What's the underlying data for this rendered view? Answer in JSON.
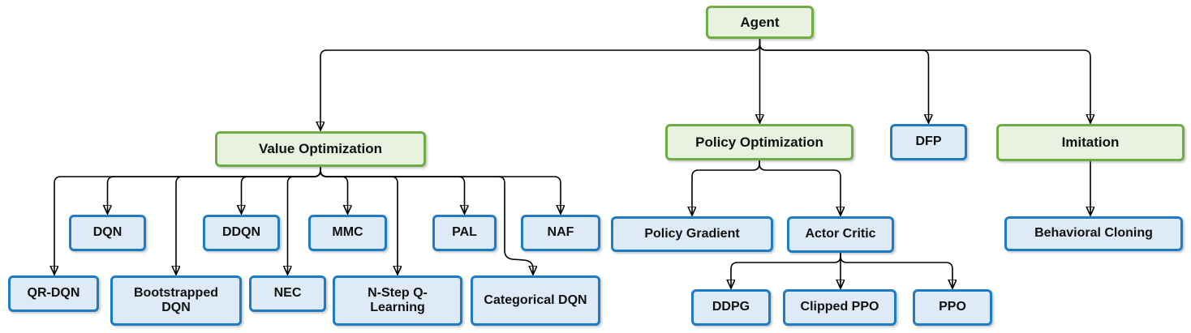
{
  "diagram": {
    "description": "Reinforcement learning agent taxonomy tree",
    "colors": {
      "green_border": "#71AD47",
      "green_fill": "#E9F2E1",
      "blue_border": "#1E7BC6",
      "blue_fill": "#DEEAF7",
      "connector": "#000000",
      "text": "#111111",
      "background": "#ffffff"
    },
    "nodes": [
      {
        "id": "agent",
        "label": "Agent",
        "type": "green"
      },
      {
        "id": "value-optimization",
        "label": "Value Optimization",
        "type": "green"
      },
      {
        "id": "policy-optimization",
        "label": "Policy Optimization",
        "type": "green"
      },
      {
        "id": "dfp",
        "label": "DFP",
        "type": "blue"
      },
      {
        "id": "imitation",
        "label": "Imitation",
        "type": "green"
      },
      {
        "id": "dqn",
        "label": "DQN",
        "type": "blue"
      },
      {
        "id": "ddqn",
        "label": "DDQN",
        "type": "blue"
      },
      {
        "id": "mmc",
        "label": "MMC",
        "type": "blue"
      },
      {
        "id": "pal",
        "label": "PAL",
        "type": "blue"
      },
      {
        "id": "naf",
        "label": "NAF",
        "type": "blue"
      },
      {
        "id": "policy-gradient",
        "label": "Policy Gradient",
        "type": "blue"
      },
      {
        "id": "actor-critic",
        "label": "Actor Critic",
        "type": "blue"
      },
      {
        "id": "behavioral-cloning",
        "label": "Behavioral Cloning",
        "type": "blue"
      },
      {
        "id": "qr-dqn",
        "label": "QR-DQN",
        "type": "blue"
      },
      {
        "id": "bootstrapped-dqn",
        "label": "Bootstrapped DQN",
        "type": "blue"
      },
      {
        "id": "nec",
        "label": "NEC",
        "type": "blue"
      },
      {
        "id": "n-step-q-learning",
        "label": "N-Step Q-Learning",
        "type": "blue"
      },
      {
        "id": "categorical-dqn",
        "label": "Categorical DQN",
        "type": "blue"
      },
      {
        "id": "ddpg",
        "label": "DDPG",
        "type": "blue"
      },
      {
        "id": "clipped-ppo",
        "label": "Clipped PPO",
        "type": "blue"
      },
      {
        "id": "ppo",
        "label": "PPO",
        "type": "blue"
      }
    ],
    "edges": [
      [
        "agent",
        "value-optimization"
      ],
      [
        "agent",
        "policy-optimization"
      ],
      [
        "agent",
        "dfp"
      ],
      [
        "agent",
        "imitation"
      ],
      [
        "value-optimization",
        "dqn"
      ],
      [
        "value-optimization",
        "ddqn"
      ],
      [
        "value-optimization",
        "mmc"
      ],
      [
        "value-optimization",
        "pal"
      ],
      [
        "value-optimization",
        "naf"
      ],
      [
        "value-optimization",
        "qr-dqn"
      ],
      [
        "value-optimization",
        "bootstrapped-dqn"
      ],
      [
        "value-optimization",
        "nec"
      ],
      [
        "value-optimization",
        "n-step-q-learning"
      ],
      [
        "value-optimization",
        "categorical-dqn"
      ],
      [
        "policy-optimization",
        "policy-gradient"
      ],
      [
        "policy-optimization",
        "actor-critic"
      ],
      [
        "actor-critic",
        "ddpg"
      ],
      [
        "actor-critic",
        "clipped-ppo"
      ],
      [
        "actor-critic",
        "ppo"
      ],
      [
        "imitation",
        "behavioral-cloning"
      ]
    ]
  }
}
